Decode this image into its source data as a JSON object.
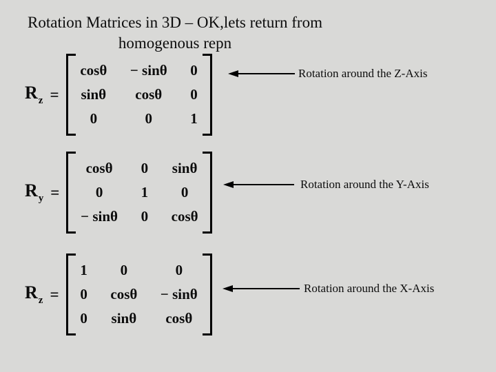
{
  "slide": {
    "title_line1": "Rotation Matrices in 3D – OK,lets return from",
    "title_line2": "homogenous repn"
  },
  "matrices": [
    {
      "name": "R",
      "subscript": "z",
      "equals": "=",
      "rows": [
        [
          "cosθ",
          "− sinθ",
          "0"
        ],
        [
          "sinθ",
          "cosθ",
          "0"
        ],
        [
          "0",
          "0",
          "1"
        ]
      ],
      "annotation": "Rotation around the Z-Axis"
    },
    {
      "name": "R",
      "subscript": "y",
      "equals": "=",
      "rows": [
        [
          "cosθ",
          "0",
          "sinθ"
        ],
        [
          "0",
          "1",
          "0"
        ],
        [
          "− sinθ",
          "0",
          "cosθ"
        ]
      ],
      "annotation": "Rotation around the Y-Axis"
    },
    {
      "name": "R",
      "subscript": "z",
      "equals": "=",
      "rows": [
        [
          "1",
          "0",
          "0"
        ],
        [
          "0",
          "cosθ",
          "− sinθ"
        ],
        [
          "0",
          "sinθ",
          "cosθ"
        ]
      ],
      "annotation": "Rotation around the X-Axis"
    }
  ],
  "colors": {
    "background": "#d9d9d7",
    "text": "#0c0c0c",
    "arrow": "#000000"
  }
}
